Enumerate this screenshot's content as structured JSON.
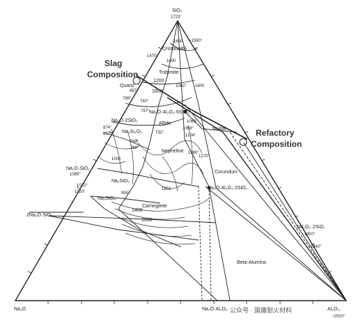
{
  "diagram": {
    "vertices": {
      "sio2": "SiO₂",
      "sio2_temp": "1723°",
      "na2o": "Na₂O",
      "al2o3": "Al₂O₃",
      "al2o3_temp": "~2020°"
    },
    "annotations": {
      "slag_line1": "Slag",
      "slag_line2": "Composition",
      "refractory_line1": "Refactory",
      "refractory_line2": "Composition"
    },
    "phases": {
      "cristobalite": "Cristobalite",
      "tridymite": "Tridymite",
      "quartz": "Quartz",
      "albite": "Albite",
      "mullite": "Mullite",
      "nepheline": "Nepheline",
      "corundum": "Corundum",
      "carnegieite": "Carnegieite",
      "beta_alumina": "Beta-Alumina",
      "na2o_2sio2": "Na₂O·2SiO₂",
      "na2si2o5": "Na₂Si₂O₅",
      "na2o_sio2": "Na₂O·SiO₂",
      "na2sio3": "Na₂SiO₃",
      "na4sio4": "Na₄SiO₄",
      "twona2o_sio2": "2Na₂O·SiO₂",
      "na2o_al2o3_6sio2": "Na₂O·Al₂O₃·6SiO₂",
      "na2o_al2o3_2sio2": "Na₂O·Al₂O₃·2SiO₂",
      "na2o_al2o3": "Na₂O·Al₂O₃",
      "three_al2o3_2sio2": "3Al₂O₃·2SiO₂"
    },
    "temperatures": {
      "t1590": "~1590°",
      "t1600a": "1600",
      "t1400a": "1400",
      "t1470": "1470°",
      "t1200": "1200",
      "t867": "867°",
      "t789": "789°",
      "t1800": "1800",
      "t1062": "1062°",
      "t740": "740°",
      "t767": "767°",
      "t874": "874°",
      "t837": "837°",
      "t732": "732°",
      "t1063": "1063°",
      "t1068": "1068°",
      "t1104": "1104°",
      "t768": "768°",
      "t760": "760°",
      "t1089": "1089°",
      "t1022": "1022°",
      "t1120": "1120°",
      "t955": "955°",
      "t1280": "1280°",
      "t1270": "1270°",
      "t1000": "1000",
      "t1400b": "1400",
      "t1600b": "1600",
      "t1851": "1851",
      "t1850": "~1850°",
      "t1840": "~1840°",
      "t1600c": "1600"
    },
    "watermark": "公众号 · 国庸耐火材料"
  }
}
